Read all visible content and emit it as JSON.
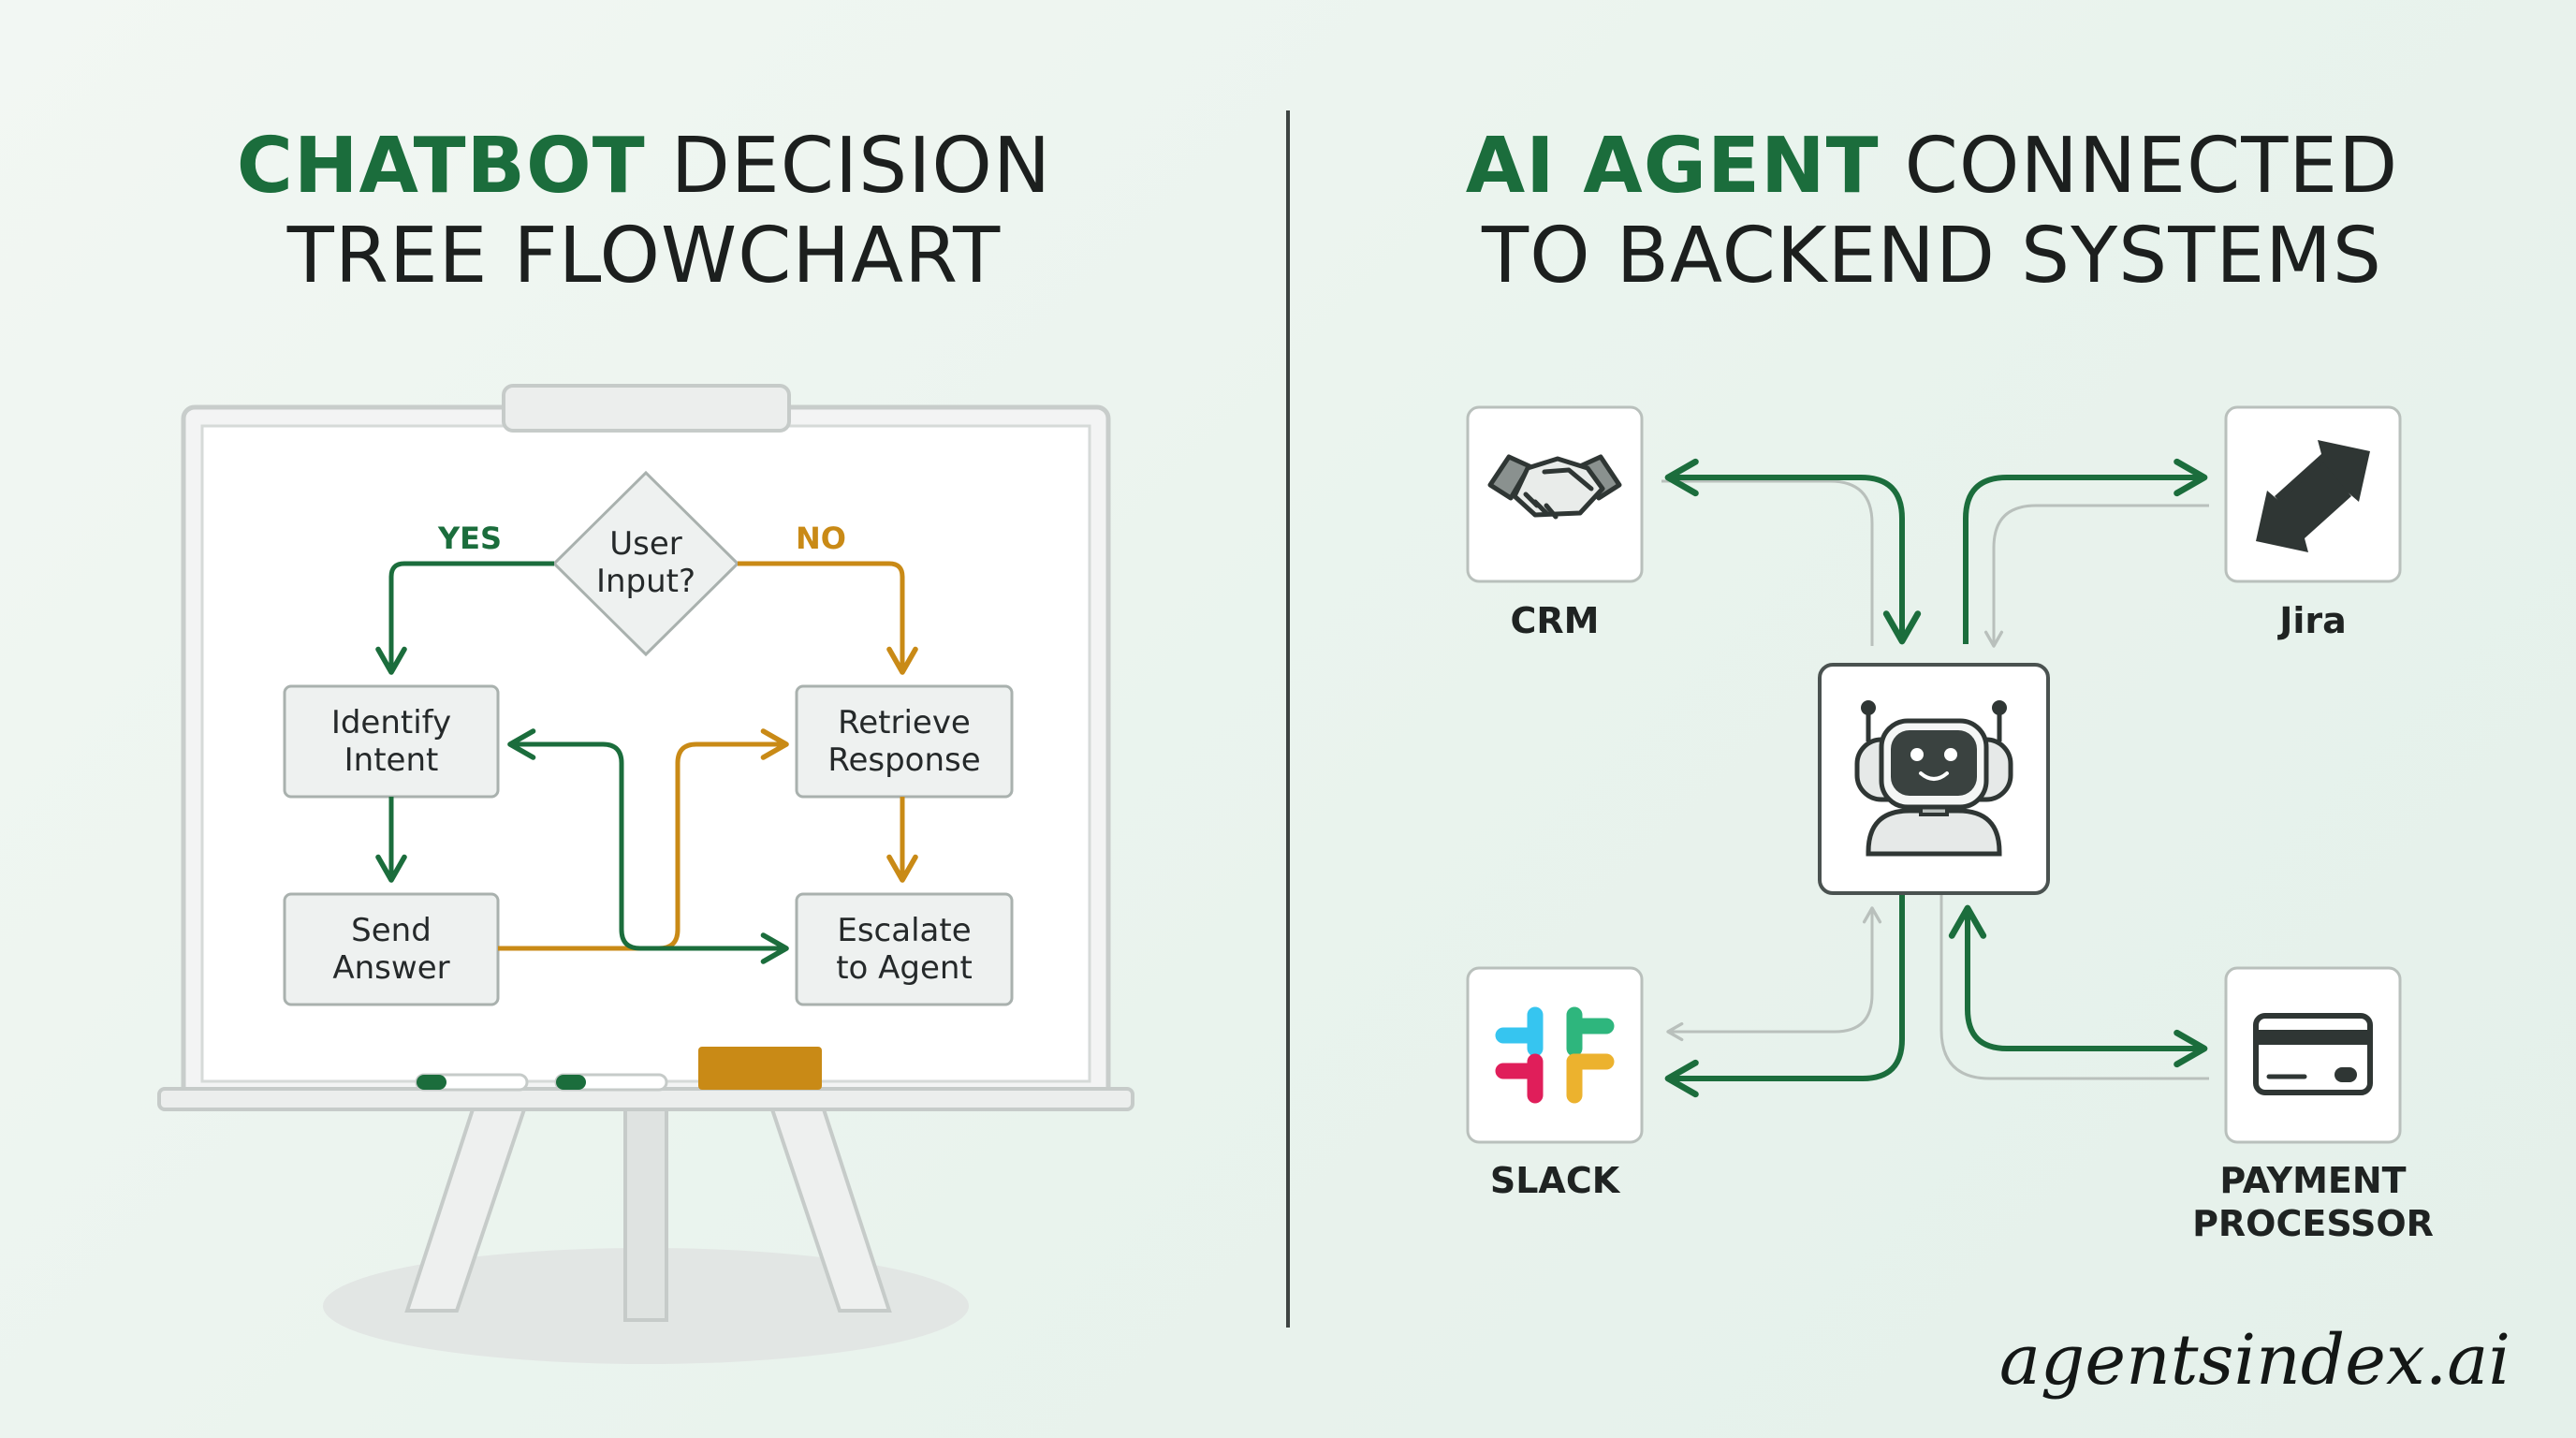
{
  "left_title": {
    "accent": "CHATBOT",
    "rest_line1": "DECISION",
    "line2": "TREE FLOWCHART"
  },
  "right_title": {
    "accent": "AI AGENT",
    "rest_line1": "CONNECTED",
    "line2": "TO BACKEND SYSTEMS"
  },
  "flowchart": {
    "decision": {
      "line1": "User",
      "line2": "Input?"
    },
    "yes_label": "YES",
    "no_label": "NO",
    "identify": {
      "line1": "Identify",
      "line2": "Intent"
    },
    "retrieve": {
      "line1": "Retrieve",
      "line2": "Response"
    },
    "send": {
      "line1": "Send",
      "line2": "Answer"
    },
    "escalate": {
      "line1": "Escalate",
      "line2": "to Agent"
    }
  },
  "systems": {
    "crm": "CRM",
    "jira": "Jira",
    "slack": "SLACK",
    "payment_line1": "PAYMENT",
    "payment_line2": "PROCESSOR"
  },
  "icons": {
    "crm": "handshake-icon",
    "jira": "swap-arrows-icon",
    "slack": "slack-logo-icon",
    "payment": "credit-card-icon",
    "agent": "robot-icon"
  },
  "colors": {
    "green": "#1b6d3c",
    "orange": "#c98a16",
    "grey_line": "#b9c0bc",
    "dark": "#2f3634"
  },
  "brand": "agentsindex.ai"
}
